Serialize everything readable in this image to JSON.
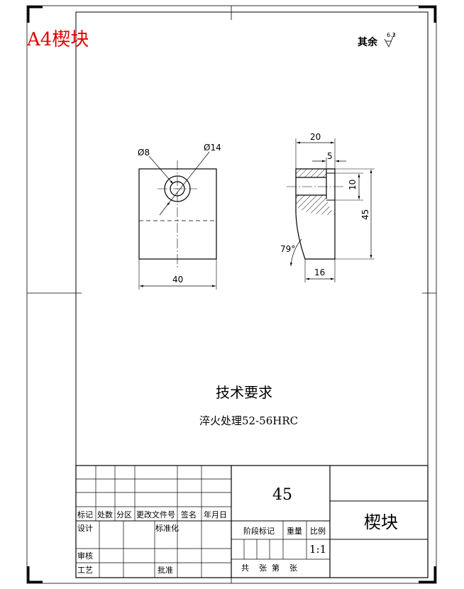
{
  "file_label": "A4楔块",
  "roughness": {
    "prefix": "其余",
    "value": "6.3"
  },
  "front_view": {
    "dim_small_dia": "Ø8",
    "dim_large_dia": "Ø14",
    "dim_width": "40"
  },
  "side_view": {
    "dim_top_width": "20",
    "dim_counterbore": "5",
    "dim_hole": "10",
    "dim_height": "45",
    "dim_angle": "79°",
    "dim_bottom": "16"
  },
  "tech_requirements": {
    "heading": "技术要求",
    "line1": "淬火处理52-56HRC"
  },
  "title_block": {
    "material": "45",
    "part_name": "楔块",
    "rev_headers": [
      "标记",
      "处数",
      "分区",
      "更改文件号",
      "签名",
      "年月日"
    ],
    "design": "设计",
    "standardization": "标准化",
    "review": "审核",
    "process": "工艺",
    "approve": "批准",
    "stage_mark": "阶段标记",
    "weight": "重量",
    "scale_label": "比例",
    "scale_value": "1:1",
    "sheets": "共    张  第    张"
  }
}
